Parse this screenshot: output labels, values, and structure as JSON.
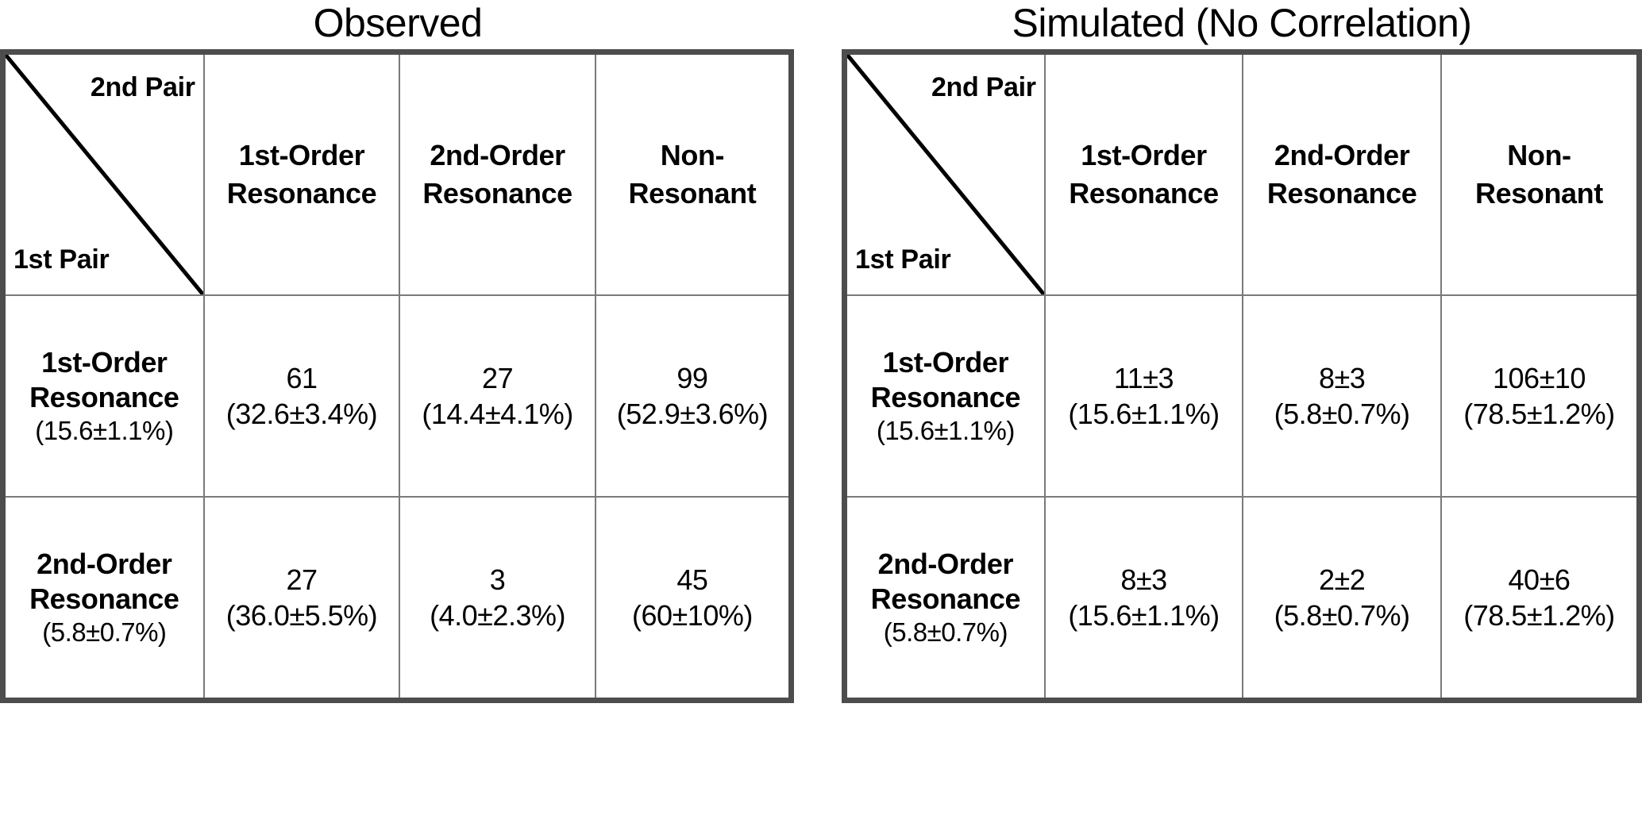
{
  "panels": [
    {
      "title": "Observed",
      "corner": {
        "column_axis_label": "2nd Pair",
        "row_axis_label": "1st Pair"
      },
      "column_headers": [
        "1st-Order\nResonance",
        "2nd-Order\nResonance",
        "Non-\nResonant"
      ],
      "column_headers_lines": [
        [
          "1st-Order",
          "Resonance"
        ],
        [
          "2nd-Order",
          "Resonance"
        ],
        [
          "Non-",
          "Resonant"
        ]
      ],
      "rows": [
        {
          "label_line1": "1st-Order",
          "label_line2": "Resonance",
          "label_pct": "(15.6±1.1%)",
          "cells": [
            {
              "count": "61",
              "pct": "(32.6±3.4%)"
            },
            {
              "count": "27",
              "pct": "(14.4±4.1%)"
            },
            {
              "count": "99",
              "pct": "(52.9±3.6%)"
            }
          ]
        },
        {
          "label_line1": "2nd-Order",
          "label_line2": "Resonance",
          "label_pct": "(5.8±0.7%)",
          "cells": [
            {
              "count": "27",
              "pct": "(36.0±5.5%)"
            },
            {
              "count": "3",
              "pct": "(4.0±2.3%)"
            },
            {
              "count": "45",
              "pct": "(60±10%)"
            }
          ]
        }
      ]
    },
    {
      "title": "Simulated (No Correlation)",
      "corner": {
        "column_axis_label": "2nd Pair",
        "row_axis_label": "1st Pair"
      },
      "column_headers": [
        "1st-Order\nResonance",
        "2nd-Order\nResonance",
        "Non-\nResonant"
      ],
      "column_headers_lines": [
        [
          "1st-Order",
          "Resonance"
        ],
        [
          "2nd-Order",
          "Resonance"
        ],
        [
          "Non-",
          "Resonant"
        ]
      ],
      "rows": [
        {
          "label_line1": "1st-Order",
          "label_line2": "Resonance",
          "label_pct": "(15.6±1.1%)",
          "cells": [
            {
              "count": "11±3",
              "pct": "(15.6±1.1%)"
            },
            {
              "count": "8±3",
              "pct": "(5.8±0.7%)"
            },
            {
              "count": "106±10",
              "pct": "(78.5±1.2%)"
            }
          ]
        },
        {
          "label_line1": "2nd-Order",
          "label_line2": "Resonance",
          "label_pct": "(5.8±0.7%)",
          "cells": [
            {
              "count": "8±3",
              "pct": "(15.6±1.1%)"
            },
            {
              "count": "2±2",
              "pct": "(5.8±0.7%)"
            },
            {
              "count": "40±6",
              "pct": "(78.5±1.2%)"
            }
          ]
        }
      ]
    }
  ],
  "colors": {
    "header_fill": "#6cb8f5",
    "outer_border": "#4d4d4d",
    "inner_border": "#7a7a7a",
    "cell_fill": "#ffffff",
    "text": "#000000"
  },
  "chart_data": {
    "type": "table",
    "title": "Resonance pairing contingency tables",
    "panels": [
      {
        "name": "Observed",
        "row_categories": [
          "1st-Order Resonance (15.6±1.1%)",
          "2nd-Order Resonance (5.8±0.7%)"
        ],
        "column_categories": [
          "1st-Order Resonance",
          "2nd-Order Resonance",
          "Non-Resonant"
        ],
        "counts": [
          [
            61,
            27,
            99
          ],
          [
            27,
            3,
            45
          ]
        ],
        "percentages": [
          [
            "32.6±3.4",
            "14.4±4.1",
            "52.9±3.6"
          ],
          [
            "36.0±5.5",
            "4.0±2.3",
            "60±10"
          ]
        ]
      },
      {
        "name": "Simulated (No Correlation)",
        "row_categories": [
          "1st-Order Resonance (15.6±1.1%)",
          "2nd-Order Resonance (5.8±0.7%)"
        ],
        "column_categories": [
          "1st-Order Resonance",
          "2nd-Order Resonance",
          "Non-Resonant"
        ],
        "counts": [
          [
            "11±3",
            "8±3",
            "106±10"
          ],
          [
            "8±3",
            "2±2",
            "40±6"
          ]
        ],
        "percentages": [
          [
            "15.6±1.1",
            "5.8±0.7",
            "78.5±1.2"
          ],
          [
            "15.6±1.1",
            "5.8±0.7",
            "78.5±1.2"
          ]
        ]
      }
    ]
  }
}
